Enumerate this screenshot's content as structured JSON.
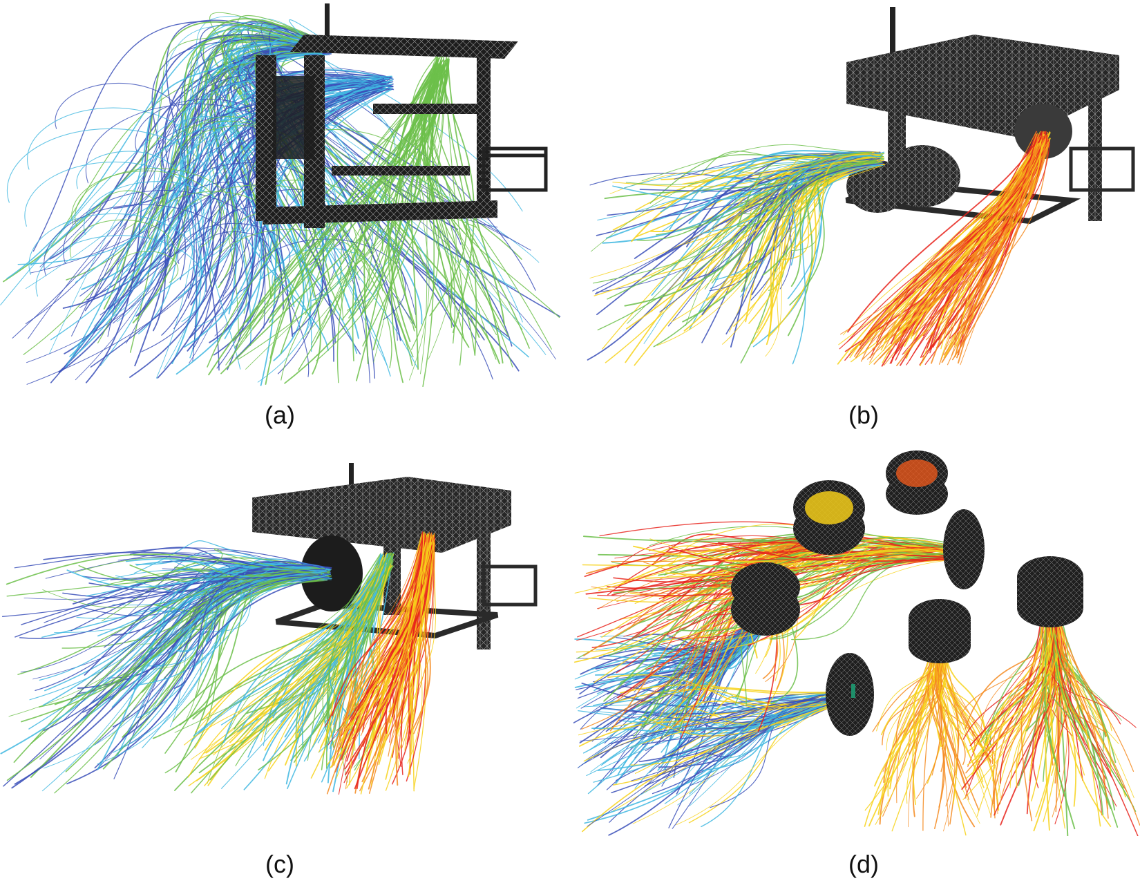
{
  "figure": {
    "panels": [
      {
        "id": "a",
        "caption": "(a)",
        "thrusters": [],
        "frame": "sparse"
      },
      {
        "id": "b",
        "caption": "(b)",
        "thrusters": [
          "left-cyan",
          "right-orange"
        ],
        "frame": "mesh"
      },
      {
        "id": "c",
        "caption": "(c)",
        "thrusters": [
          "left-cyan",
          "mid-yellow",
          "right-red"
        ],
        "frame": "mesh"
      },
      {
        "id": "d",
        "caption": "(d)",
        "thrusters": [
          "isolated"
        ],
        "frame": "none"
      }
    ],
    "palette": {
      "blue": "#3a4fb8",
      "lightblue": "#3fb7e0",
      "green": "#6cc04a",
      "yellow": "#f7d21a",
      "orange": "#f58a1f",
      "red": "#e8231c",
      "mesh": "#2b2b2b"
    }
  }
}
